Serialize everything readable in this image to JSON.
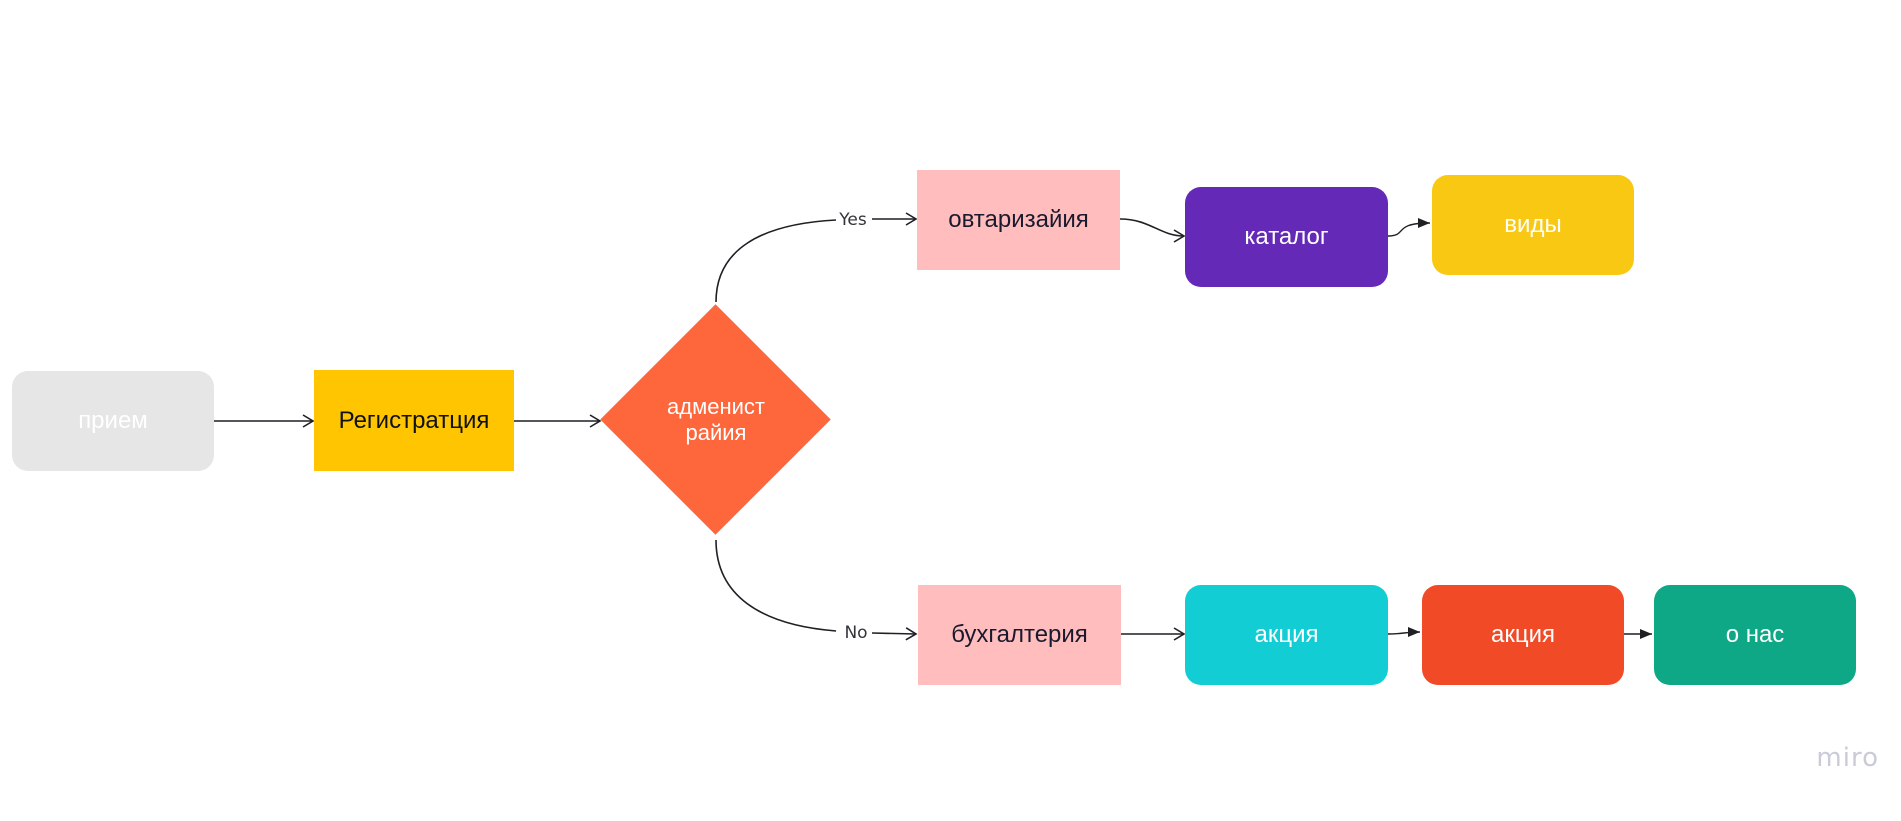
{
  "colors": {
    "edge": "#1f1f24",
    "watermark": "#c9ccd8"
  },
  "nodes": {
    "priem": {
      "label": "прием",
      "bg": "#e6e6e6",
      "fg": "#ffffff"
    },
    "registration": {
      "label": "Регистратция",
      "bg": "#fec500",
      "fg": "#111111"
    },
    "administration": {
      "label": "адменист\nрайия",
      "bg": "#fe663c",
      "fg": "#ffffff"
    },
    "authorization": {
      "label": "овтаризайия",
      "bg": "#ffbebd",
      "fg": "#1a1a2e"
    },
    "catalog": {
      "label": "каталог",
      "bg": "#6529b8",
      "fg": "#ffffff"
    },
    "types": {
      "label": "виды",
      "bg": "#f8c812",
      "fg": "#ffffff"
    },
    "accounting": {
      "label": "бухгалтерия",
      "bg": "#ffbebd",
      "fg": "#1a1a2e"
    },
    "promo1": {
      "label": "акция",
      "bg": "#13cdd4",
      "fg": "#ffffff"
    },
    "promo2": {
      "label": "акция",
      "bg": "#f04a27",
      "fg": "#ffffff"
    },
    "about": {
      "label": "о нас",
      "bg": "#0ea886",
      "fg": "#ffffff"
    }
  },
  "edge_labels": {
    "yes": "Yes",
    "no": "No"
  },
  "watermark": "miro"
}
